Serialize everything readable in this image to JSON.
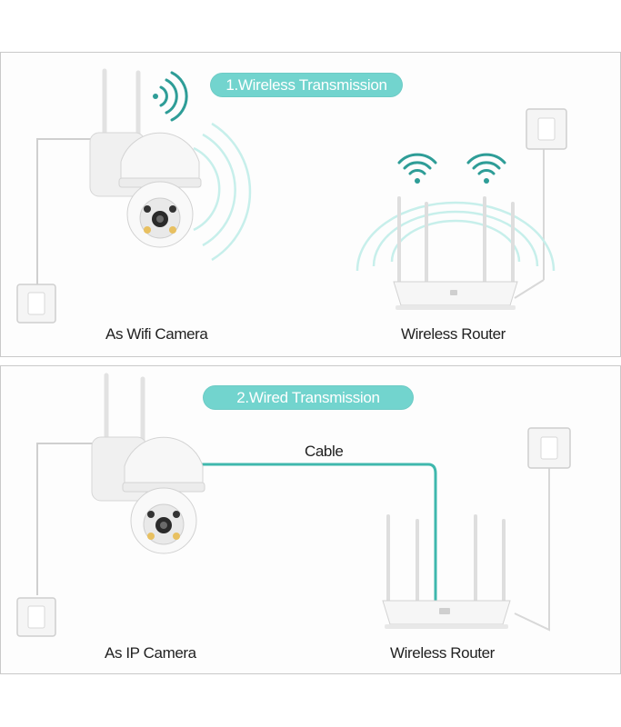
{
  "panels": [
    {
      "title": "1.Wireless Transmission",
      "camera_label": "As Wifi Camera",
      "router_label": "Wireless Router"
    },
    {
      "title": "2.Wired Transmission",
      "camera_label": "As IP Camera",
      "router_label": "Wireless Router",
      "cable_label": "Cable"
    }
  ],
  "colors": {
    "accent": "#72d4ce",
    "cable": "#3fb8ad",
    "wifi_waves": "#bfeeea",
    "device_white": "#f3f3f3",
    "outline": "#cfcfcf"
  },
  "icons": {
    "camera": "ptz-camera-icon",
    "router": "router-icon",
    "wifi": "wifi-icon",
    "outlet": "power-outlet-icon"
  }
}
